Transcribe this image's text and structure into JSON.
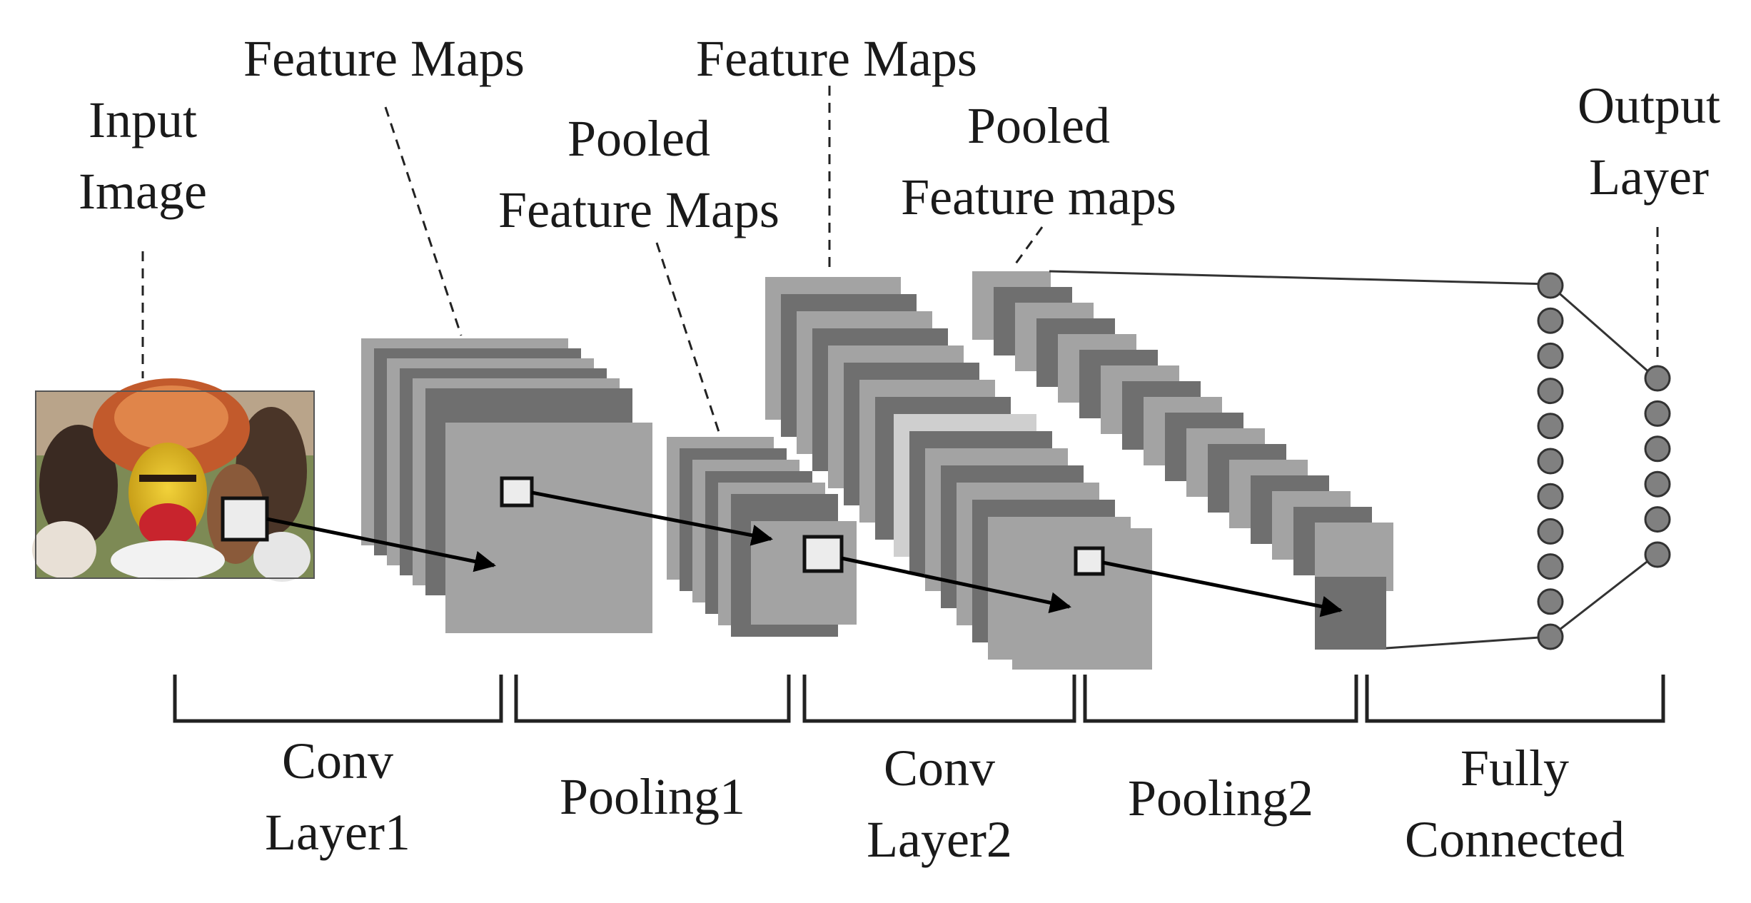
{
  "labels": {
    "input_image_l1": "Input",
    "input_image_l2": "Image",
    "feature_maps_1": "Feature Maps",
    "pooled_1_l1": "Pooled",
    "pooled_1_l2": "Feature Maps",
    "feature_maps_2": "Feature Maps",
    "pooled_2_l1": "Pooled",
    "pooled_2_l2": "Feature maps",
    "output_layer_l1": "Output",
    "output_layer_l2": "Layer"
  },
  "stages": {
    "conv1_l1": "Conv",
    "conv1_l2": "Layer1",
    "pooling1": "Pooling1",
    "conv2_l1": "Conv",
    "conv2_l2": "Layer2",
    "pooling2": "Pooling2",
    "fc_l1": "Fully",
    "fc_l2": "Connected"
  },
  "network": {
    "fully_connected_nodes": 11,
    "output_nodes": 6
  },
  "colors": {
    "map_dark": "#6f6f6f",
    "map_light": "#a3a3a3",
    "map_pale": "#cfcfcf",
    "node": "#808080"
  }
}
